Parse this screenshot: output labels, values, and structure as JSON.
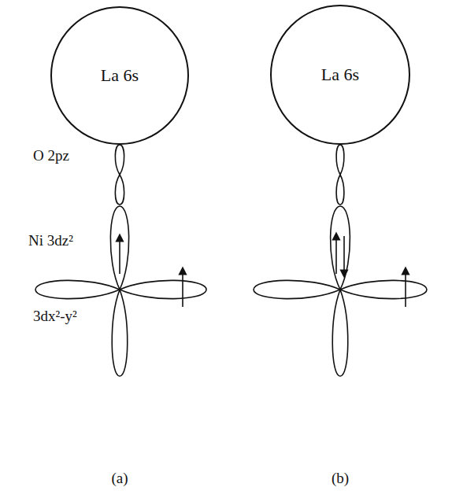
{
  "diagram": {
    "nodes": [
      {
        "text": [
          "La 6s"
        ]
      },
      {
        "text": [
          "La 6s"
        ]
      }
    ],
    "labels": [
      "O 2pz",
      "Ni 3dz²",
      "3dx²-y²",
      "(a)",
      "(b)"
    ]
  }
}
